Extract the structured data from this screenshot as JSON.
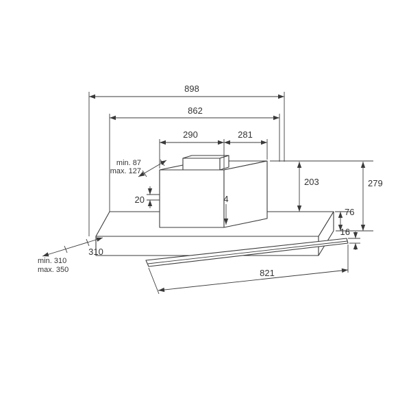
{
  "drawing": {
    "type": "technical-dimension-diagram",
    "subject": "telescopic range hood",
    "stroke_color": "#3a3a3a",
    "background_color": "#ffffff",
    "dims": {
      "total_width": "898",
      "body_width": "862",
      "chimney_width": "290",
      "chimney_depth": "281",
      "duct_min": "min. 87",
      "duct_max": "max. 127",
      "chimney_height": "203",
      "total_height": "279",
      "side_offset": "20",
      "center_gap": "4",
      "body_height": "76",
      "visor_height": "16",
      "body_depth": "310",
      "depth_min": "min. 310",
      "depth_max": "max. 350",
      "visor_width": "821"
    }
  }
}
